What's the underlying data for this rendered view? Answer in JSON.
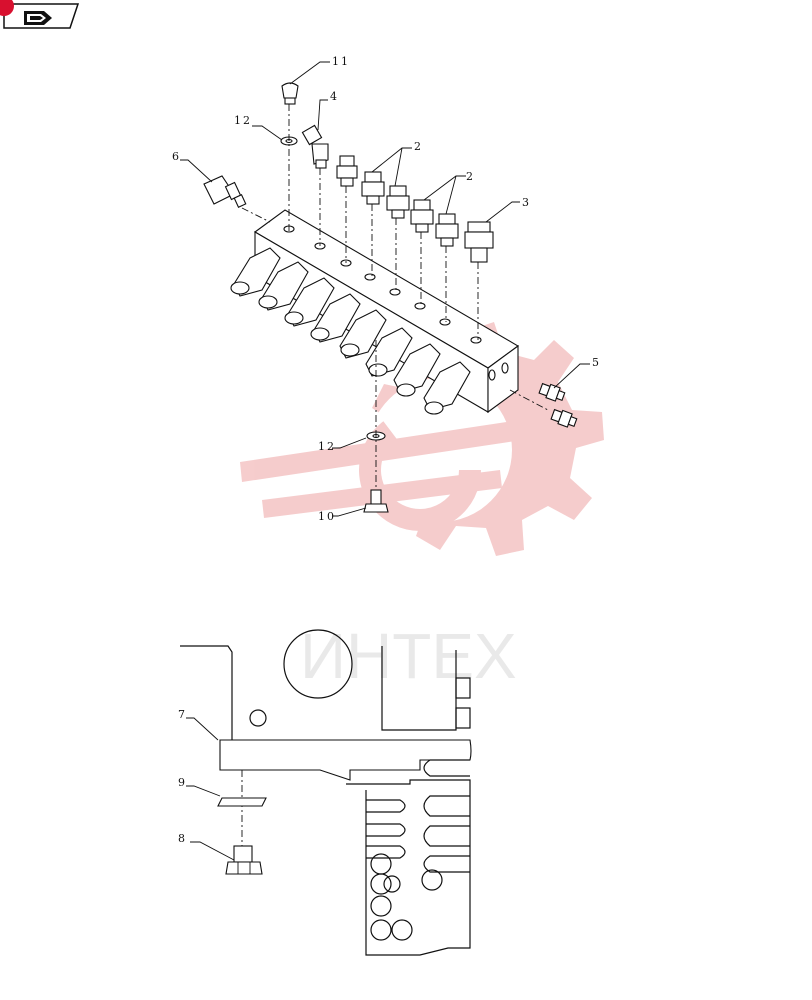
{
  "brand": {
    "watermark_text": "ИНТЕХ",
    "watermark_color": "#f2b9b9",
    "badge_color": "#d8102f"
  },
  "nav": {
    "icon": "book-arrow-icon"
  },
  "callouts": {
    "c11": "11",
    "c4": "4",
    "c12a": "12",
    "c6": "6",
    "c2a": "2",
    "c2b": "2",
    "c3": "3",
    "c5": "5",
    "c12b": "12",
    "c10": "10",
    "c7": "7",
    "c9": "9",
    "c8": "8"
  }
}
